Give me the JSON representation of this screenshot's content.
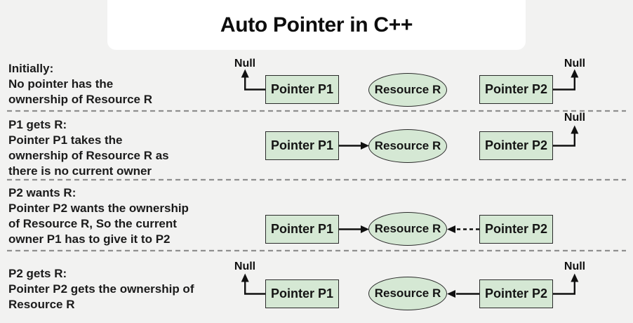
{
  "title": "Auto Pointer in C++",
  "labels": {
    "null": "Null",
    "pointer_p1": "Pointer P1",
    "pointer_p2": "Pointer P2",
    "resource": "Resource R"
  },
  "rows": [
    {
      "heading": "Initially:",
      "lines": [
        "No pointer has the",
        "ownership of Resource R"
      ]
    },
    {
      "heading": "P1 gets R:",
      "lines": [
        "Pointer P1 takes the",
        "ownership of Resource R as",
        "there is no current owner"
      ]
    },
    {
      "heading": "P2 wants R:",
      "lines": [
        "Pointer P2 wants the ownership",
        "of Resource R, So the current",
        "owner P1 has to give it to P2"
      ]
    },
    {
      "heading": "P2 gets R:",
      "lines": [
        "Pointer P2 gets the ownership of",
        "Resource R"
      ]
    }
  ],
  "colors": {
    "canvas_bg": "#f2f2f1",
    "card_bg": "#ffffff",
    "node_fill": "#d5e8d4",
    "node_border": "#2a2a2a",
    "text": "#1b1b1b",
    "connector": "#111111",
    "separator": "#8f8f8f"
  }
}
